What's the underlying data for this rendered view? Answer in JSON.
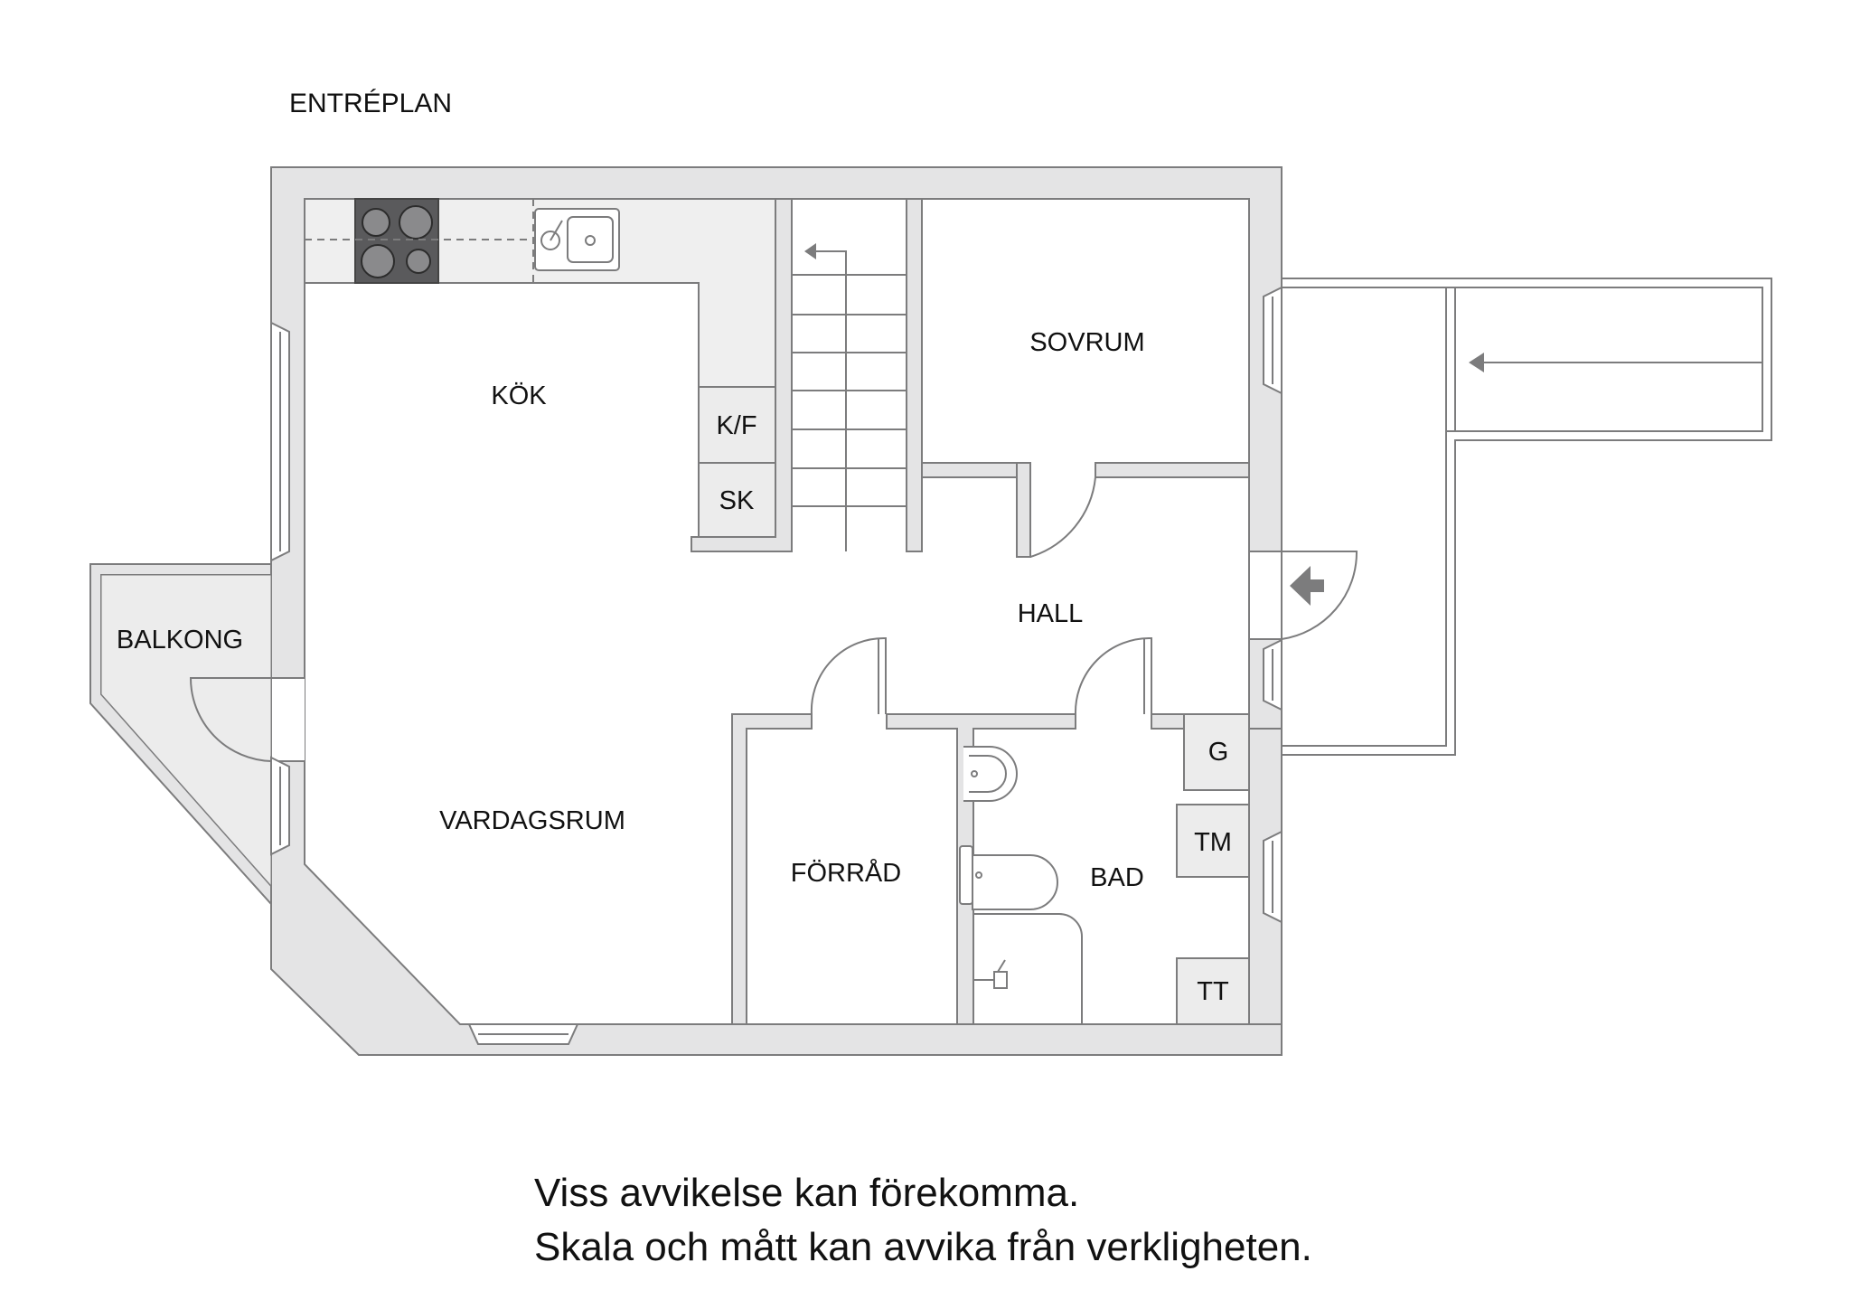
{
  "title": "ENTRÉPLAN",
  "rooms": {
    "kok": "KÖK",
    "kf": "K/F",
    "sk": "SK",
    "sovrum": "SOVRUM",
    "balkong": "BALKONG",
    "hall": "HALL",
    "vardagsrum": "VARDAGSRUM",
    "forrad": "FÖRRÅD",
    "bad": "BAD",
    "g": "G",
    "tm": "TM",
    "tt": "TT"
  },
  "disclaimer": {
    "line1": "Viss avvikelse kan förekomma.",
    "line2": "Skala och mått kan avvika från verkligheten."
  },
  "colors": {
    "wall_fill": "#e4e4e5",
    "outline": "#7c7c7d",
    "hob": "#5a5a5c",
    "text": "#111111"
  }
}
